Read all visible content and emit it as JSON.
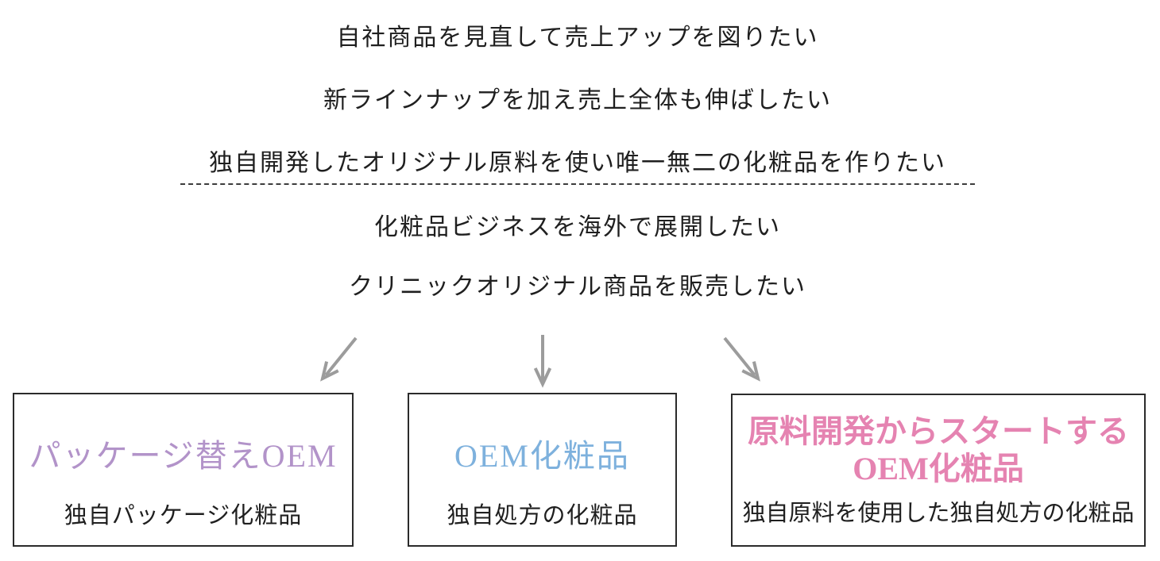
{
  "colors": {
    "text": "#1f1f1f",
    "arrow": "#9c9c9c",
    "box_border": "#2b2b2b",
    "purple_title": "#b293c9",
    "blue_title": "#7eb1dd",
    "pink_title": "#e583b1"
  },
  "needs": {
    "items": [
      "自社商品を見直して売上アップを図りたい",
      "新ラインナップを加え売上全体も伸ばしたい",
      "独自開発したオリジナル原料を使い唯一無二の化粧品を作りたい",
      "化粧品ビジネスを海外で展開したい",
      "クリニックオリジナル商品を販売したい"
    ]
  },
  "options": [
    {
      "title": "パッケージ替えOEM",
      "subtitle": "独自パッケージ化粧品",
      "accent": "#b293c9"
    },
    {
      "title": "OEM化粧品",
      "subtitle": "独自処方の化粧品",
      "accent": "#7eb1dd"
    },
    {
      "title_line1": "原料開発からスタートする",
      "title_line2": "OEM化粧品",
      "subtitle": "独自原料を使用した独自処方の化粧品",
      "accent": "#e583b1"
    }
  ],
  "icons": {
    "arrows": [
      "down-left-arrow",
      "down-arrow",
      "down-right-arrow"
    ]
  }
}
